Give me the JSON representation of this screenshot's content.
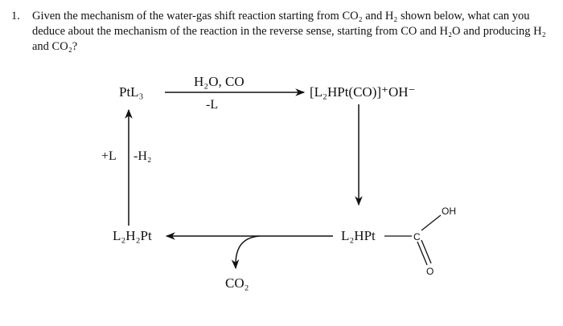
{
  "question": {
    "number": "1.",
    "text": "Given the mechanism of the water-gas shift reaction starting from CO₂ and H₂ shown below, what can you deduce about the mechanism of the reaction in the reverse sense, starting from CO and H₂O and producing H₂ and CO₂?"
  },
  "diagram": {
    "species": {
      "ptl3": "PtL₃",
      "cation_complex": "[L₂HPt(CO)]⁺OH⁻",
      "hydroxycarbonyl": "L₂HPt",
      "carbon": "C",
      "hydroxyl": "OH",
      "carbonyl_oxygen": "O",
      "dihydride": "L₂H₂Pt",
      "co2_product": "CO₂"
    },
    "arrow_labels": {
      "top_above": "H₂O, CO",
      "top_below": "-L",
      "left_side": "+L",
      "left_side2": "-H₂"
    }
  }
}
